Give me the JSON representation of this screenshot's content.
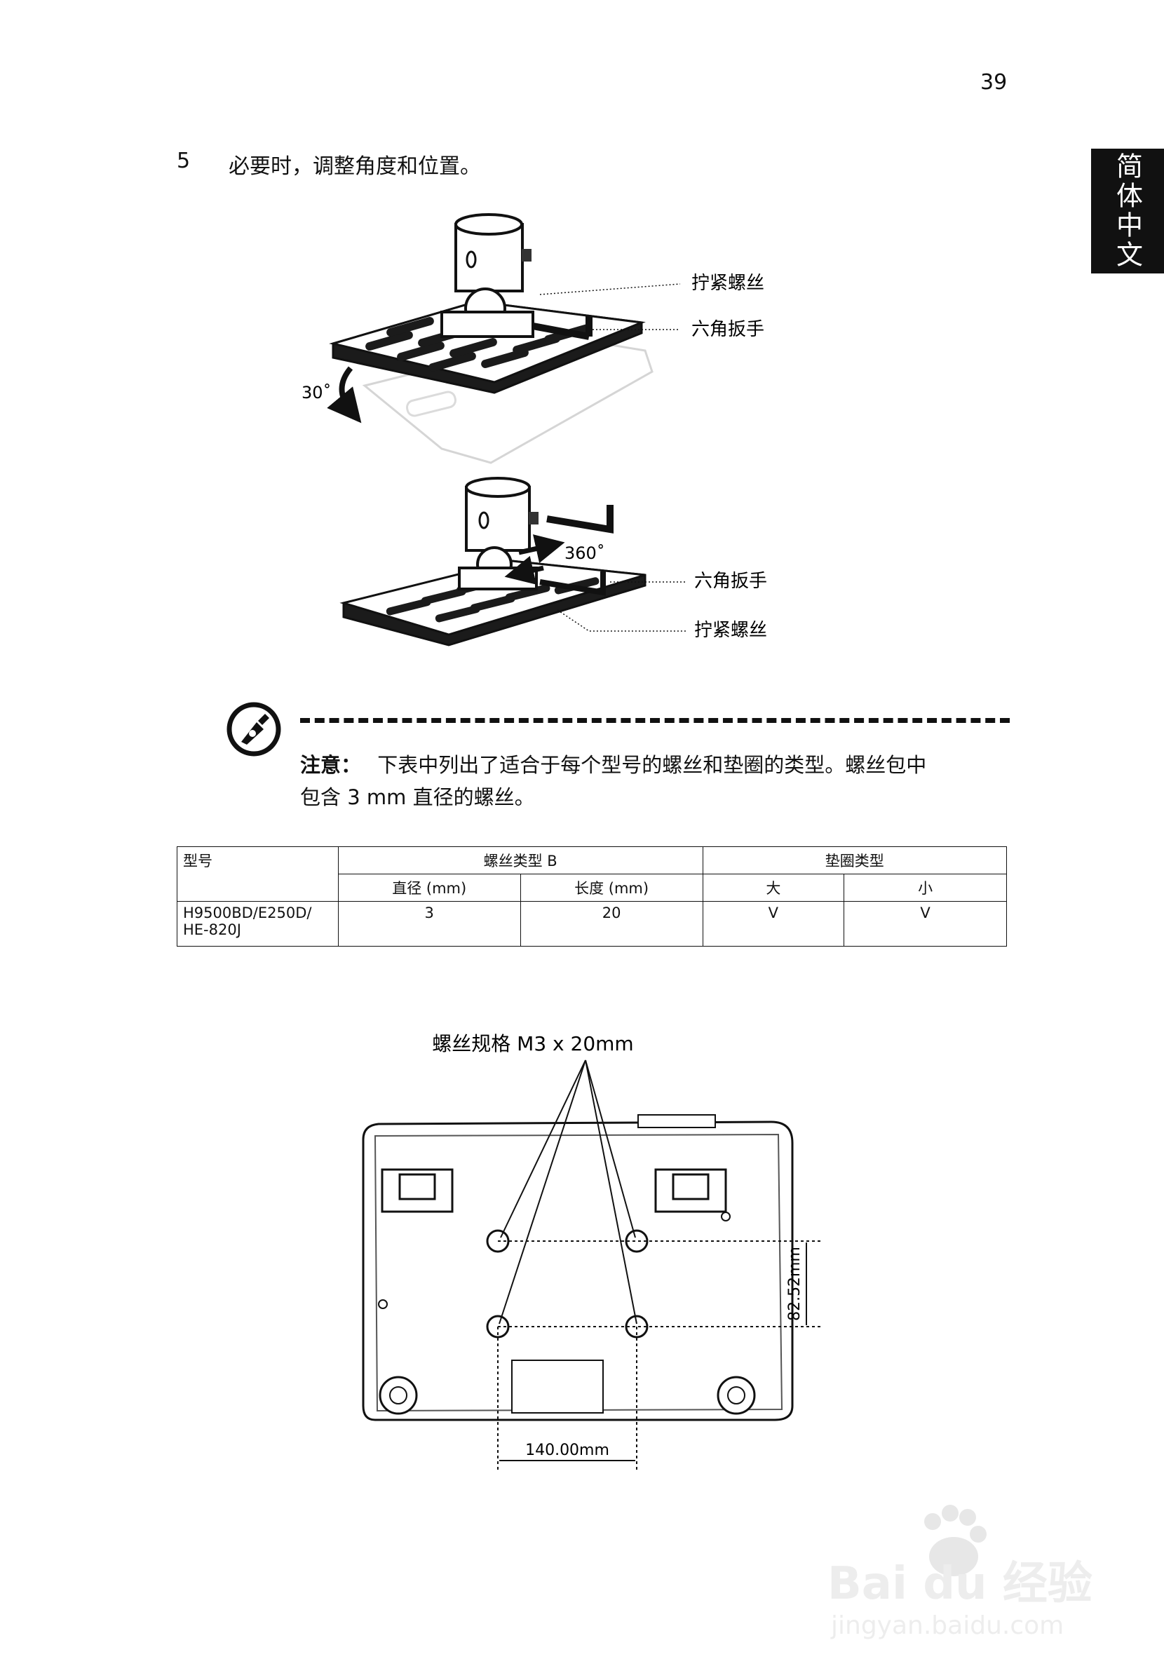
{
  "page_number": "39",
  "language_tab": "简体中文",
  "step": {
    "number": "5",
    "text": "必要时，调整角度和位置。"
  },
  "figure1": {
    "label_tighten_top": "拧紧螺丝",
    "label_hex_top": "六角扳手",
    "angle_30": "30˚",
    "angle_360": "360˚",
    "label_hex_bottom": "六角扳手",
    "label_tighten_bottom": "拧紧螺丝"
  },
  "note": {
    "label": "注意：",
    "text_line1": "下表中列出了适合于每个型号的螺丝和垫圈的类型。螺丝包中",
    "text_line2": "包含 3 mm 直径的螺丝。"
  },
  "table": {
    "header_model": "型号",
    "header_screw": "螺丝类型 B",
    "header_washer": "垫圈类型",
    "sub_diameter": "直径 (mm)",
    "sub_length": "长度 (mm)",
    "sub_large": "大",
    "sub_small": "小",
    "rows": [
      {
        "model_line1": "H9500BD/E250D/",
        "model_line2": "HE-820J",
        "diameter": "3",
        "length": "20",
        "large": "V",
        "small": "V"
      }
    ]
  },
  "figure2": {
    "screw_spec": "螺丝规格 M3 x 20mm",
    "dim_vertical": "82.52mm",
    "dim_horizontal": "140.00mm"
  },
  "watermark": {
    "brand": "Bai du 经验",
    "url": "jingyan.baidu.com"
  }
}
